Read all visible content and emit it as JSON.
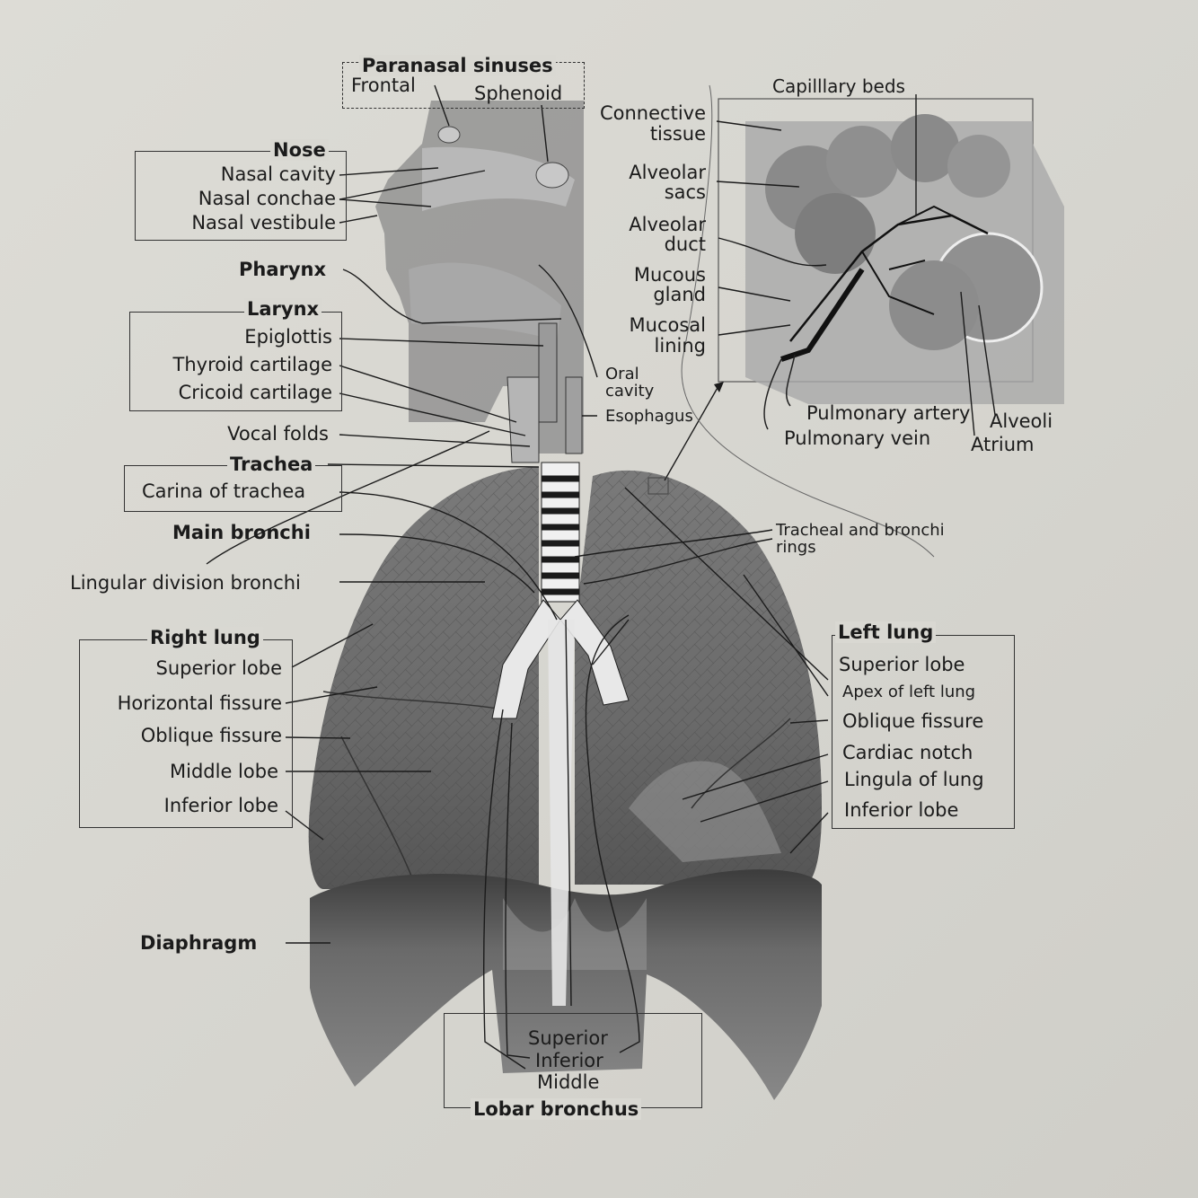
{
  "colors": {
    "background": "#d9d8d2",
    "lung_fill": "#6f6f6f",
    "diaphragm_fill": "#5a5a5a",
    "leader_lines": "#1b1b1b"
  },
  "labels": {
    "paranasal_sinuses": "Paranasal sinuses",
    "frontal": "Frontal",
    "sphenoid": "Sphenoid",
    "nose": "Nose",
    "nasal_cavity": "Nasal cavity",
    "nasal_conchae": "Nasal conchae",
    "nasal_vestibule": "Nasal vestibule",
    "pharynx": "Pharynx",
    "larynx": "Larynx",
    "epiglottis": "Epiglottis",
    "thyroid_cartilage": "Thyroid cartilage",
    "cricoid_cartilage": "Cricoid cartilage",
    "vocal_folds": "Vocal folds",
    "trachea": "Trachea",
    "carina_of_trachea": "Carina of trachea",
    "main_bronchi": "Main bronchi",
    "lingular_division_bronchi": "Lingular division bronchi",
    "oral_cavity_1": "Oral",
    "oral_cavity_2": "cavity",
    "esophagus": "Esophagus",
    "connective_tissue_1": "Connective",
    "connective_tissue_2": "tissue",
    "alveolar_sacs_1": "Alveolar",
    "alveolar_sacs_2": "sacs",
    "alveolar_duct_1": "Alveolar",
    "alveolar_duct_2": "duct",
    "mucous_gland_1": "Mucous",
    "mucous_gland_2": "gland",
    "mucosal_lining_1": "Mucosal",
    "mucosal_lining_2": "lining",
    "capillary_beds": "Capilllary beds",
    "pulmonary_artery": "Pulmonary artery",
    "pulmonary_vein": "Pulmonary vein",
    "alveoli": "Alveoli",
    "atrium": "Atrium",
    "tracheal_rings_1": "Tracheal and bronchi",
    "tracheal_rings_2": "rings",
    "right_lung": "Right lung",
    "right_superior_lobe": "Superior lobe",
    "horizontal_fissure": "Horizontal fissure",
    "right_oblique_fissure": "Oblique fissure",
    "middle_lobe": "Middle lobe",
    "right_inferior_lobe": "Inferior lobe",
    "left_lung": "Left lung",
    "left_superior_lobe": "Superior lobe",
    "apex_of_left_lung": "Apex of left lung",
    "left_oblique_fissure": "Oblique fissure",
    "cardiac_notch": "Cardiac notch",
    "lingula_of_lung": "Lingula of lung",
    "left_inferior_lobe": "Inferior lobe",
    "diaphragm": "Diaphragm",
    "lobar_superior": "Superior",
    "lobar_inferior": "Inferior",
    "lobar_middle": "Middle",
    "lobar_bronchus": "Lobar bronchus"
  }
}
